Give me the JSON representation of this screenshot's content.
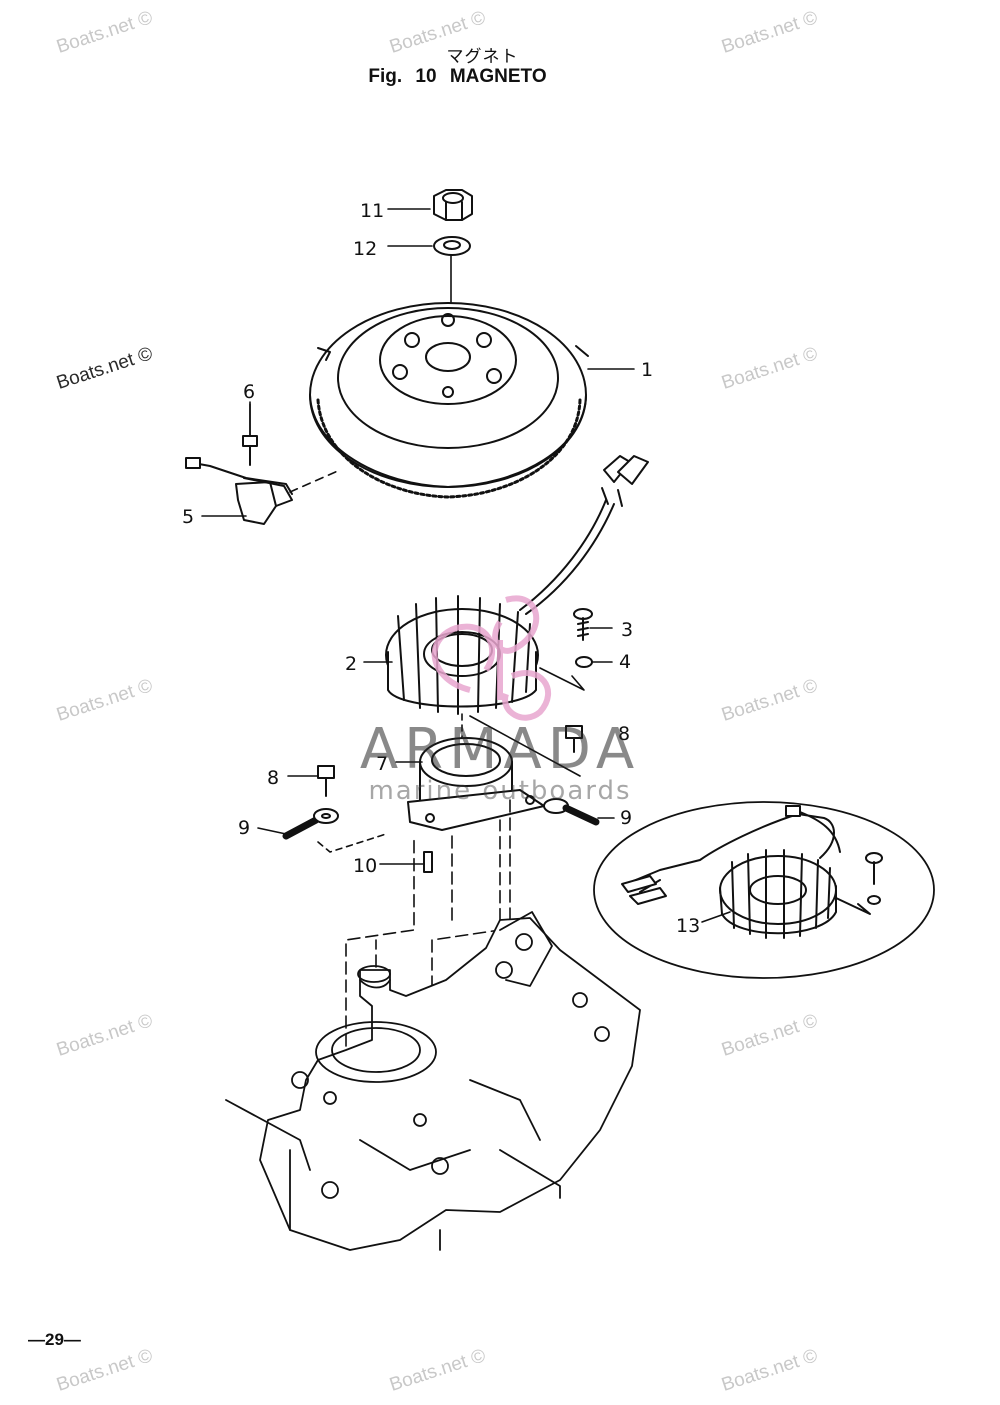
{
  "header": {
    "title_jp": "マグネト",
    "title_en": "Fig. 10   MAGNETO"
  },
  "callouts": {
    "p1": "1",
    "p2": "2",
    "p3": "3",
    "p4": "4",
    "p5": "5",
    "p6": "6",
    "p7": "7",
    "p8a": "8",
    "p8b": "8",
    "p9a": "9",
    "p9b": "9",
    "p10": "10",
    "p11": "11",
    "p12": "12",
    "p13": "13"
  },
  "watermark": {
    "text": "Boats.net ©",
    "brand_name": "ARMADA",
    "brand_sub": "marine outboards"
  },
  "footer": {
    "page_number": "—29—"
  },
  "colors": {
    "line": "#111111",
    "watermark": "#c8c8c8",
    "brand_pink": "#e8a6cf"
  }
}
